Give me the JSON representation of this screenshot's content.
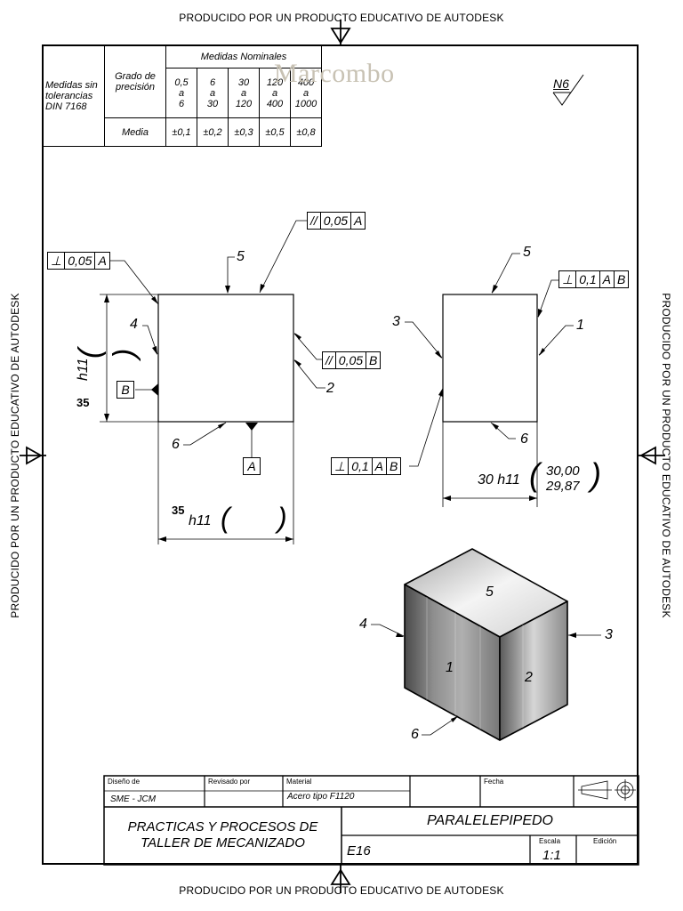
{
  "watermark": "PRODUCIDO POR UN PRODUCTO EDUCATIVO DE AUTODESK",
  "brand": "Marcombo",
  "surface_finish": "N6",
  "tolerance_table": {
    "left_label_lines": [
      "Medidas sin",
      "tolerancias",
      "DIN 7168"
    ],
    "grado_label_lines": [
      "Grado de",
      "precisión"
    ],
    "header": "Medidas Nominales",
    "ranges": [
      [
        "0,5",
        "a",
        "6"
      ],
      [
        "6",
        "a",
        "30"
      ],
      [
        "30",
        "a",
        "120"
      ],
      [
        "120",
        "a",
        "400"
      ],
      [
        "400",
        "a",
        "1000"
      ]
    ],
    "media_label": "Media",
    "values": [
      "±0,1",
      "±0,2",
      "±0,3",
      "±0,5",
      "±0,8"
    ]
  },
  "front_view": {
    "fcf_top_left": [
      "⊥",
      "0,05",
      "A"
    ],
    "fcf_top_right": [
      "//",
      "0,05",
      "A"
    ],
    "fcf_right": [
      "//",
      "0,05",
      "B"
    ],
    "datum_b": "B",
    "datum_a": "A",
    "labels": [
      "5",
      "4",
      "2",
      "6"
    ],
    "dim_vertical": {
      "text": "h11",
      "value": "35",
      "paren": "( )"
    },
    "dim_horizontal": {
      "value": "35",
      "text": "h11",
      "paren_l": "(",
      "paren_r": ")"
    }
  },
  "side_view": {
    "fcf_right": [
      "⊥",
      "0,1",
      "A",
      "B"
    ],
    "fcf_left": [
      "⊥",
      "0,1",
      "A",
      "B"
    ],
    "labels": [
      "5",
      "3",
      "1",
      "6"
    ],
    "dim": {
      "text": "30 h11",
      "upper": "30,00",
      "lower": "29,87"
    }
  },
  "iso_view": {
    "face_labels": [
      "5",
      "1",
      "2"
    ],
    "callouts": [
      "4",
      "3",
      "6"
    ]
  },
  "title_block": {
    "diseno_label": "Diseño de",
    "diseno_value": "SME - JCM",
    "revisado_label": "Revisado por",
    "material_label": "Material",
    "material_value": "Acero tipo F1120",
    "fecha_label": "Fecha",
    "course_lines": [
      "PRACTICAS Y PROCESOS DE",
      "TALLER DE MECANIZADO"
    ],
    "part_name": "PARALELEPIPEDO",
    "drawing_number": "E16",
    "escala_label": "Escala",
    "escala_value": "1:1",
    "edicion_label": "Edición"
  }
}
